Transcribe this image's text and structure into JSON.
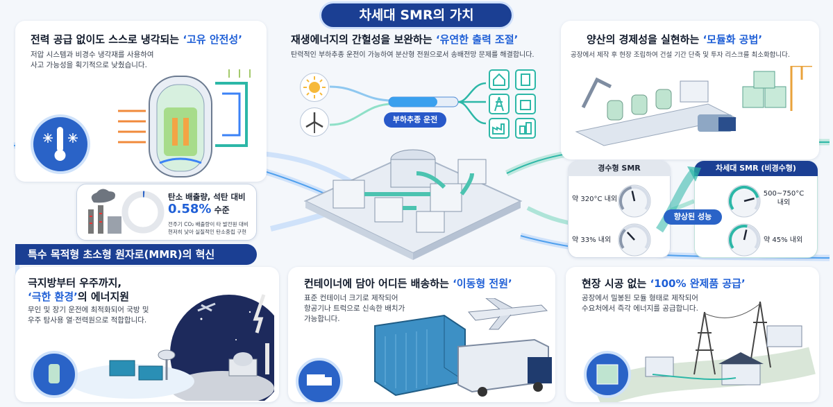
{
  "main_title": {
    "pre": "차세대 ",
    "strong": "SMR",
    "post": "의 가치"
  },
  "safety": {
    "title_pre": "전력 공급 없이도 스스로 냉각되는 ",
    "title_hl": "‘고유 안전성’",
    "desc_1": "저압 시스템과 비경수 냉각재를 사용하여",
    "desc_2": "사고 가능성을 획기적으로 낮췄습니다."
  },
  "flex": {
    "title_pre": "재생에너지의 간헐성을 보완하는 ",
    "title_hl": "‘유연한 출력 조절’",
    "desc": "탄력적인 부하추종 운전이 가능하여 분산형 전원으로서 송배전망 문제를 해결합니다.",
    "pill": "부하추종 운전"
  },
  "modular": {
    "title_pre": "양산의 경제성을 실현하는 ",
    "title_hl": "‘모듈화 공법’",
    "desc": "공장에서 제작 후 현장 조립하여 건설 기간 단축 및 투자 리스크를 최소화합니다."
  },
  "carbon": {
    "title_1": "탄소 배출량, 석탄 대비",
    "value": "0.58%",
    "value_suffix": " 수준",
    "note_1": "전주기 CO₂ 배출량이 타 발전원 대비",
    "note_2": "현저히 낮아 실질적인 탄소중립 구현"
  },
  "comparison": {
    "left_header": "경수형 SMR",
    "right_header": "차세대 SMR (비경수형)",
    "left_temp": "약 320°C 내외",
    "left_eff": "약 33% 내외",
    "right_temp_1": "500~750°C",
    "right_temp_2": "내외",
    "right_eff": "약 45% 내외",
    "improve": "향상된 성능"
  },
  "mmr": {
    "section_title": "특수 목적형 초소형 원자로(MMR)의 혁신"
  },
  "extreme": {
    "title_1": "극지방부터 우주까지,",
    "title_2_hl": "‘극한 환경’",
    "title_2_post": "의 에너지원",
    "desc_1": "무인 및 장기 운전에 최적화되어 국방 및",
    "desc_2": "우주 탐사용 열·전력원으로 적합합니다."
  },
  "mobile": {
    "title_pre": "컨테이너에 담아 어디든 배송하는 ",
    "title_hl": "‘이동형 전원’",
    "desc_1": "표준 컨테이너 크기로 제작되어",
    "desc_2": "항공기나 트럭으로 신속한 배치가",
    "desc_3": "가능합니다."
  },
  "complete": {
    "title_pre": "현장 시공 없는 ",
    "title_hl": "‘100% 완제품 공급’",
    "desc_1": "공장에서 밀봉된 모듈 형태로 제작되어",
    "desc_2": "수요처에서 즉각 에너지를 공급합니다."
  },
  "gauges": {
    "left_temp": 0.45,
    "left_eff": 0.33,
    "right_temp": 0.8,
    "right_eff": 0.55
  },
  "colors": {
    "navy": "#1b3f93",
    "accent": "#1f5fd6",
    "teal": "#2cb7a7",
    "lightblue": "#cfe2fa"
  },
  "icons": [
    "thermometer-snowflake-icon",
    "sun-icon",
    "wind-turbine-icon",
    "house-icon",
    "factory-icon",
    "pylon-icon",
    "building-icon"
  ]
}
